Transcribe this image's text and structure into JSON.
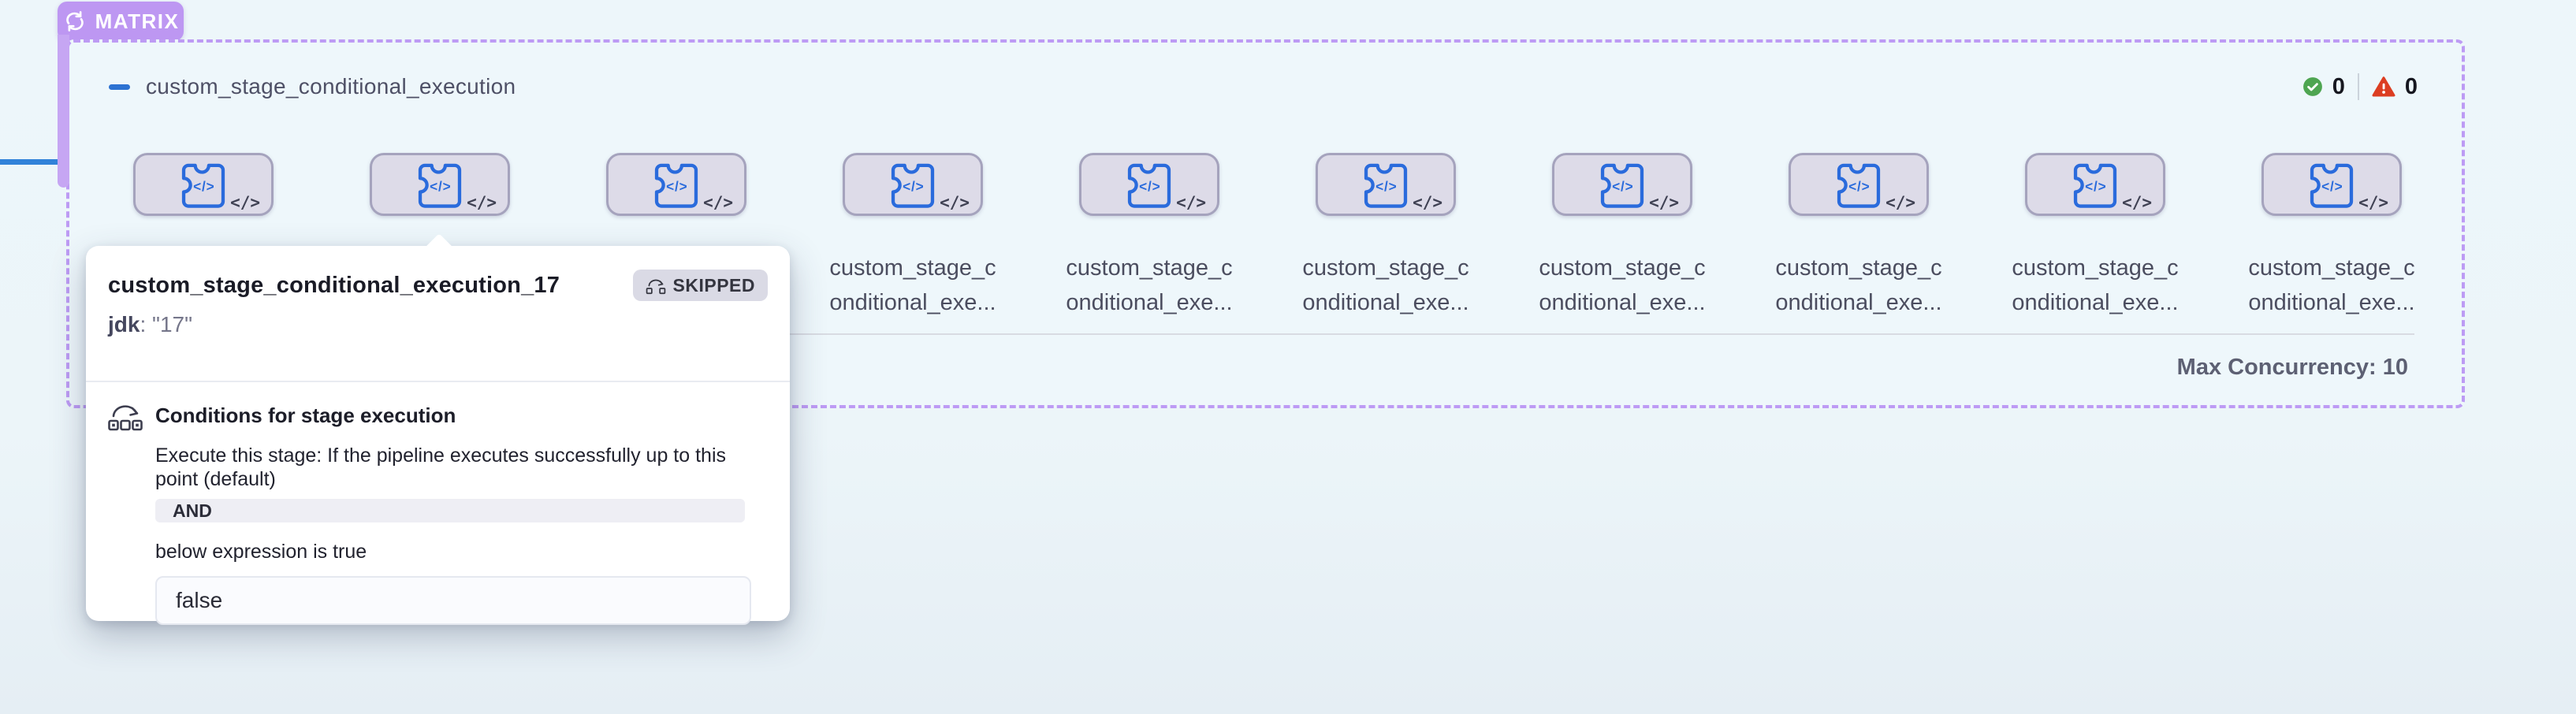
{
  "matrix": {
    "badge_label": "MATRIX",
    "title": "custom_stage_conditional_execution",
    "success_count": "0",
    "failed_count": "0",
    "max_concurrency_label": "Max Concurrency:",
    "max_concurrency_value": "10"
  },
  "stages": {
    "count": 10,
    "label_line1": "custom_stage_c",
    "label_line2": "onditional_exe...",
    "code_glyph": "</>"
  },
  "tooltip": {
    "title": "custom_stage_conditional_execution_17",
    "status": "SKIPPED",
    "param_label": "jdk",
    "param_value": ": \"17\"",
    "conditions": {
      "heading": "Conditions for stage execution",
      "default_text": "Execute this stage: If the pipeline executes successfully up to this point (default)",
      "operator": "AND",
      "connector_text": "below expression is true",
      "expression": "false"
    }
  },
  "colors": {
    "accent_purple": "#bd97f2",
    "dashed_border": "#bd9bf4",
    "connector_blue": "#3182d9",
    "stage_icon_blue": "#2a6bdc",
    "success_green": "#4ea551",
    "warning_red": "#dc3e22",
    "container_bg": "#eef7fb",
    "card_bg": "#dddbe8"
  }
}
